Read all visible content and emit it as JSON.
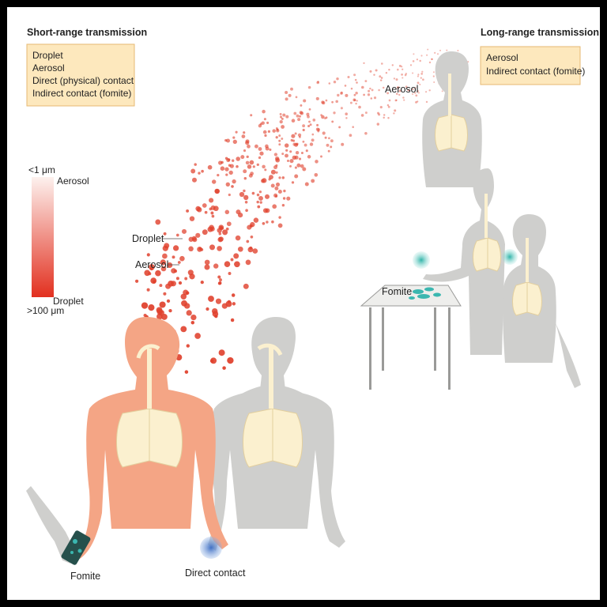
{
  "short_range": {
    "title": "Short-range transmission",
    "items": [
      "Droplet",
      "Aerosol",
      "Direct (physical) contact",
      "Indirect contact (fomite)"
    ]
  },
  "long_range": {
    "title": "Long-range transmission",
    "items": [
      "Aerosol",
      "Indirect contact (fomite)"
    ]
  },
  "scale": {
    "top_size": "<1 μm",
    "top_label": "Aerosol",
    "bottom_label": "Droplet",
    "bottom_size": ">100 μm"
  },
  "labels": {
    "droplet": "Droplet",
    "aerosol": "Aerosol",
    "aerosol_far": "Aerosol",
    "fomite_table": "Fomite",
    "fomite_phone": "Fomite",
    "direct_contact": "Direct contact"
  },
  "colors": {
    "infected_body": "#f4a585",
    "healthy_body": "#cfcfcd",
    "lungs": "#fbf0cf",
    "particle": "#e0412d",
    "box_fill": "#fde8bd",
    "box_stroke": "#e6b973",
    "fomite": "#3bb7b0",
    "contact": "#4b86c8"
  }
}
